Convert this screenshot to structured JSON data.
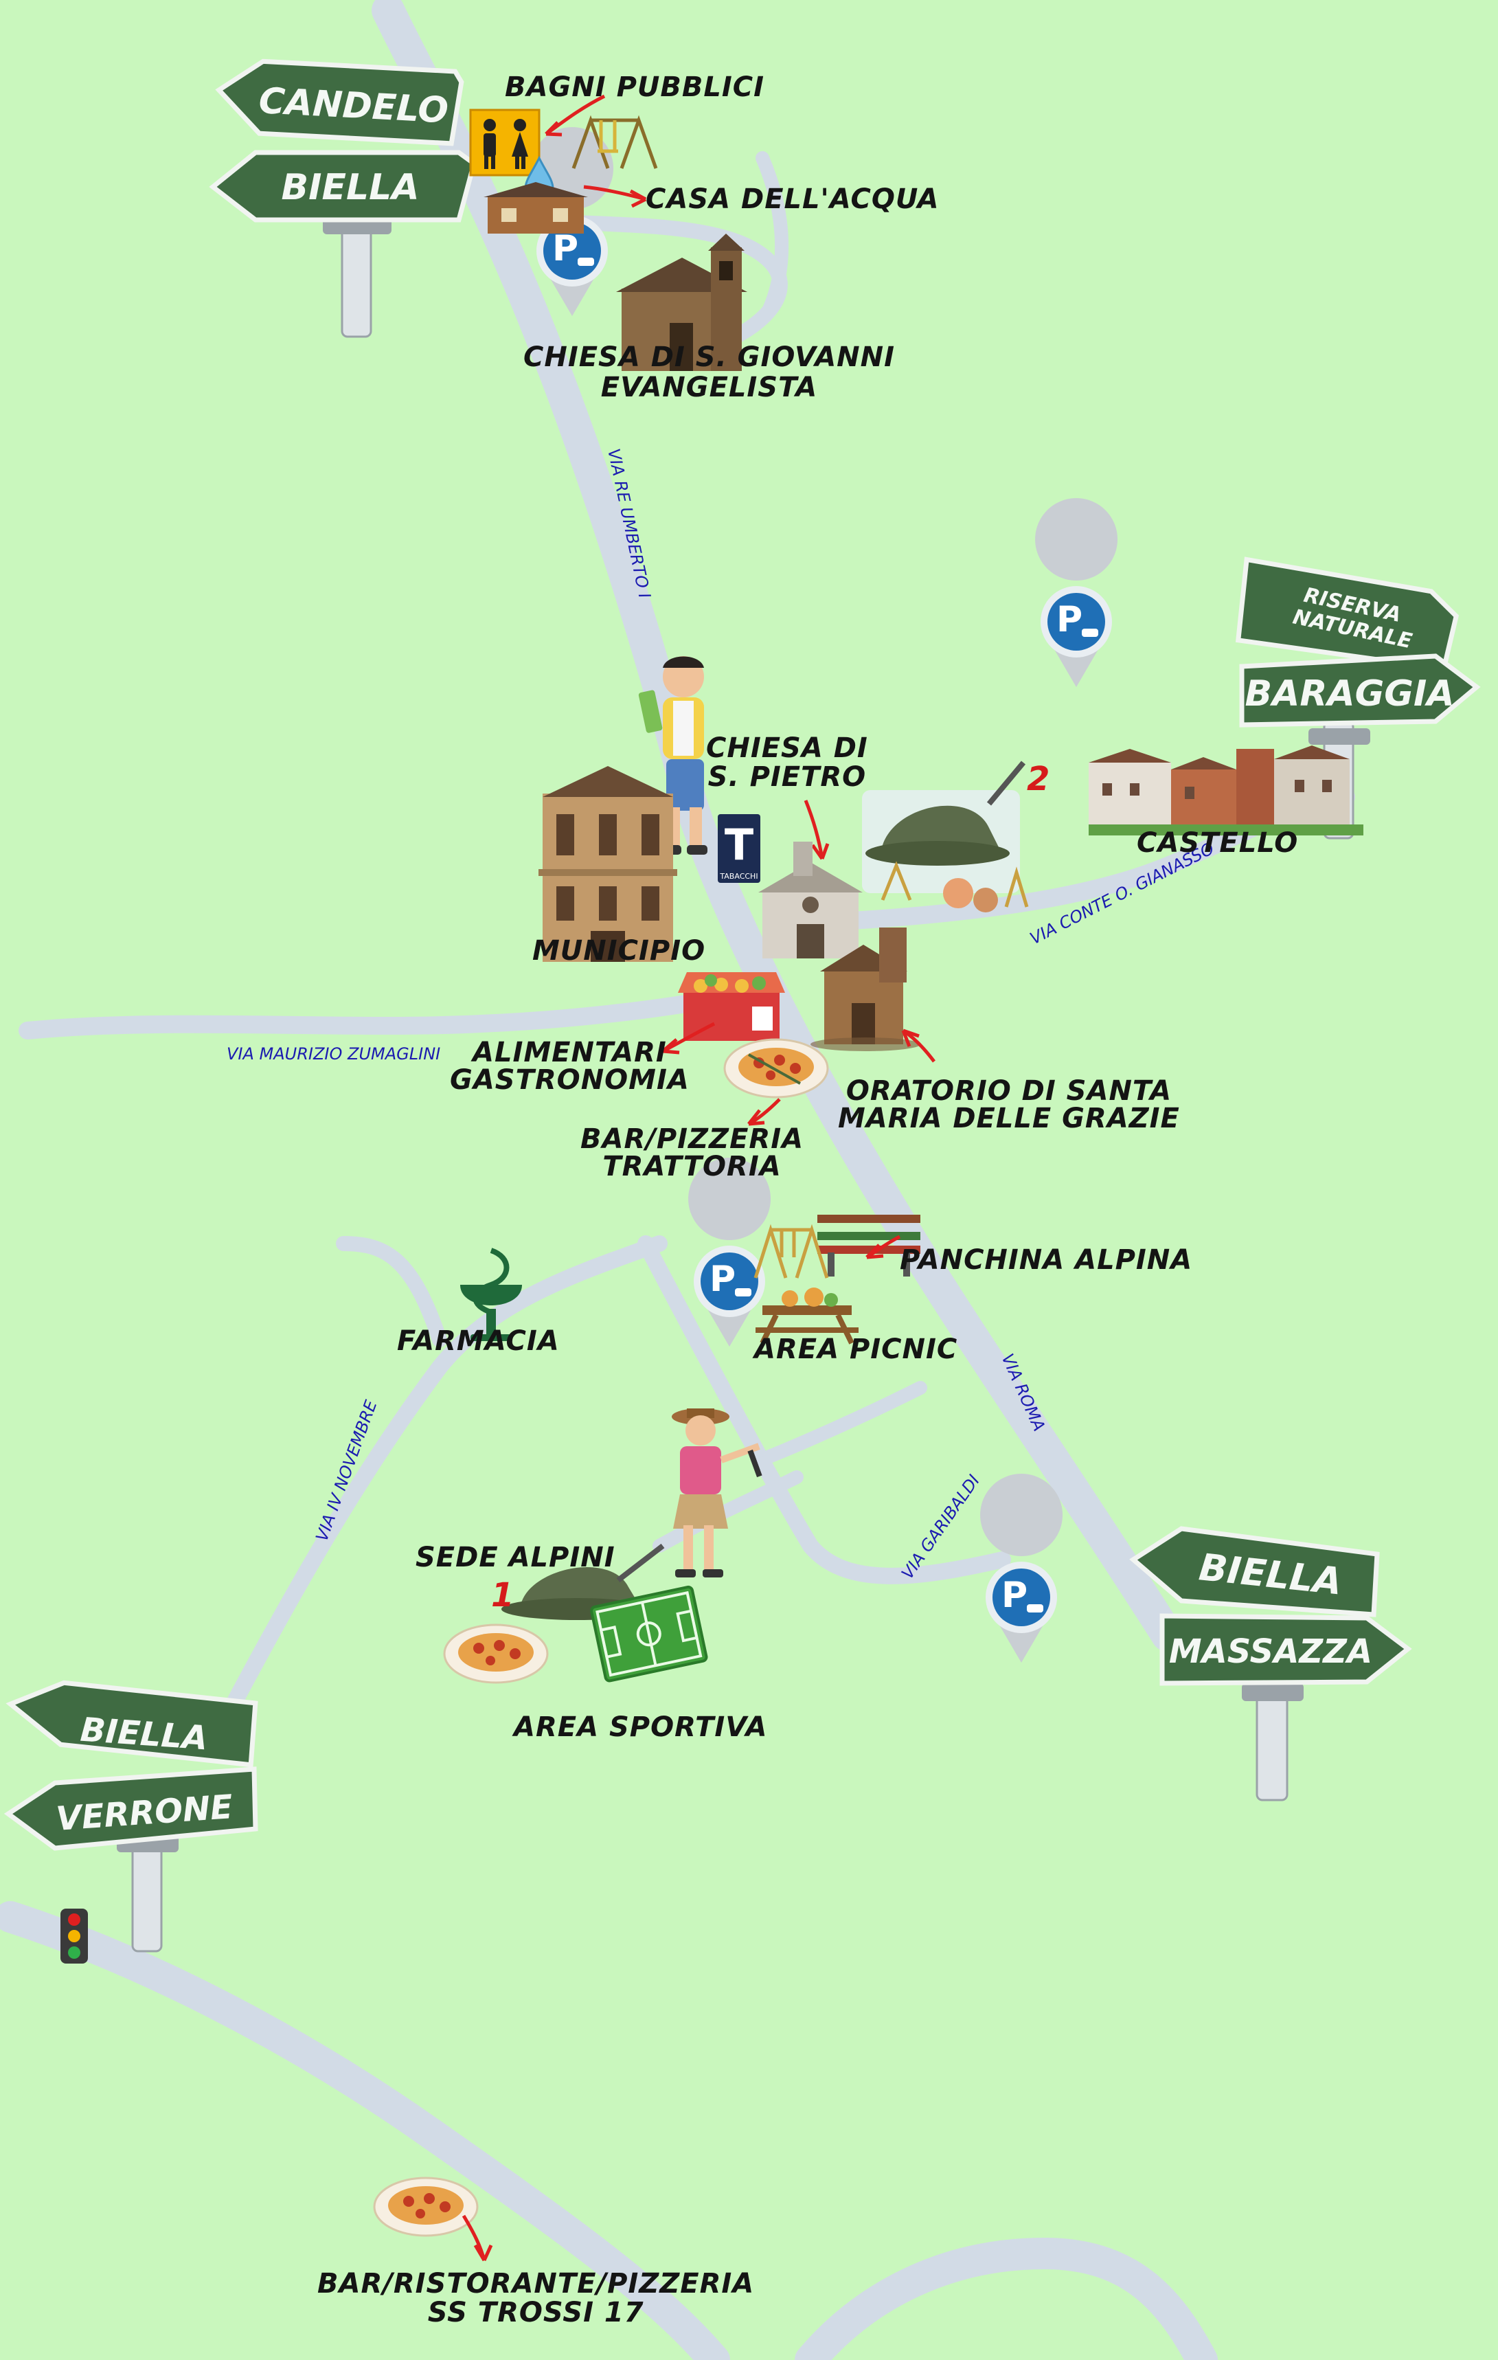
{
  "signs": {
    "candelo_biella": [
      "CANDELO",
      "BIELLA"
    ],
    "baraggia": [
      "RISERVA NATURALE",
      "BARAGGIA"
    ],
    "biella_massazza": [
      "BIELLA",
      "MASSAZZA"
    ],
    "biella_verrone": [
      "BIELLA",
      "VERRONE"
    ]
  },
  "streets": {
    "re_umberto": "VIA RE UMBERTO I",
    "conte_gianasso": "VIA CONTE O. GIANASSO",
    "zumaglini": "VIA MAURIZIO ZUMAGLINI",
    "iv_novembre": "VIA IV NOVEMBRE",
    "garibaldi": "VIA GARIBALDI",
    "roma": "VIA ROMA"
  },
  "places": {
    "bagni": "BAGNI PUBBLICI",
    "casa_acqua": "CASA DELL'ACQUA",
    "chiesa_giovanni": [
      "CHIESA DI S. GIOVANNI",
      "EVANGELISTA"
    ],
    "chiesa_pietro": [
      "CHIESA DI",
      "S. PIETRO"
    ],
    "castello": "CASTELLO",
    "municipio": "MUNICIPIO",
    "alimentari": [
      "ALIMENTARI",
      "GASTRONOMIA"
    ],
    "oratorio": [
      "ORATORIO DI SANTA",
      "MARIA DELLE GRAZIE"
    ],
    "bar_pizzeria": [
      "BAR/PIZZERIA",
      "TRATTORIA"
    ],
    "panchina": "PANCHINA ALPINA",
    "farmacia": "FARMACIA",
    "picnic": "AREA PICNIC",
    "sede_alpini": "SEDE ALPINI",
    "sportiva": "AREA SPORTIVA",
    "ristorante": [
      "BAR/RISTORANTE/PIZZERIA",
      "SS TROSSI 17"
    ]
  },
  "badges": {
    "one": "1",
    "two": "2",
    "tabacchi_letter": "T",
    "tabacchi_word": "TABACCHI"
  },
  "parking_letter": "P",
  "colors": {
    "background": "#c9f7bd",
    "road": "#d2dbe6",
    "sign_green": "#3f6b42",
    "parking_blue": "#1f6fb6",
    "street_text": "#1b1bb0",
    "arrow_red": "#e02020"
  },
  "icons": [
    "restroom-icon",
    "water-drop-icon",
    "playground-icon",
    "parking-icon",
    "church-icon",
    "tobacco-shop-icon",
    "alpine-hat-icon",
    "castle-icon",
    "town-hall-icon",
    "market-stall-icon",
    "pasta-plate-icon",
    "bench-icon",
    "picnic-table-icon",
    "pharmacy-icon",
    "football-field-icon",
    "traffic-light-icon",
    "hiker-icon",
    "tourist-icon"
  ]
}
